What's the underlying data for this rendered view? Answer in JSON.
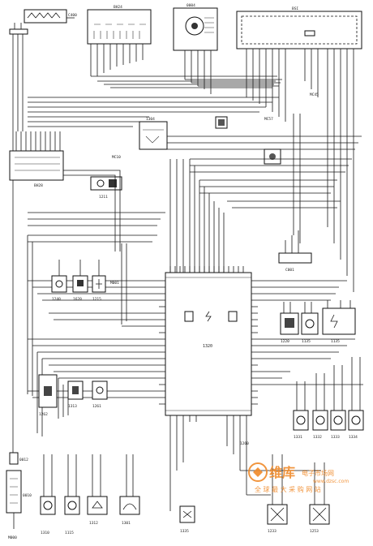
{
  "components": {
    "top_connector": "C400",
    "relay_block": "BH24",
    "unit_0004": "0004",
    "unit_bsi": "BSI",
    "ground_mc45": "MC45",
    "ground_mc57": "MC57",
    "ground_mc10": "MC10",
    "fuse_box": "BH28",
    "switch_1211": "1211",
    "relay_1304": "1304",
    "main_ecu": "1320",
    "sensor_c001": "C001",
    "sensor_1240": "1240",
    "sensor_1620": "1620",
    "sensor_1215": "1215",
    "ground_m001": "M001",
    "sensor_1220": "1220",
    "sensor_1135": "1135",
    "sensor_1135b": "1135",
    "sensor_1262": "1262",
    "sensor_1313": "1313",
    "sensor_1261": "1261",
    "injector_1331": "1331",
    "injector_1332": "1332",
    "injector_1333": "1333",
    "injector_1334": "1334",
    "fuse_0012": "0012",
    "block_0010": "0010",
    "ground_m000": "M000",
    "sensor_1310": "1310",
    "sensor_1115": "1115",
    "sensor_1312": "1312",
    "sensor_1301": "1301",
    "sensor_1335": "1335",
    "sensor_1233": "1233",
    "sensor_1253": "1253",
    "ground_1260": "1260"
  },
  "watermark": {
    "brand_cn": "维库",
    "title_cn": "电子市场网",
    "slogan_cn": "全 球 最 大 采 购 网 站",
    "url": "www.dzsc.com"
  }
}
